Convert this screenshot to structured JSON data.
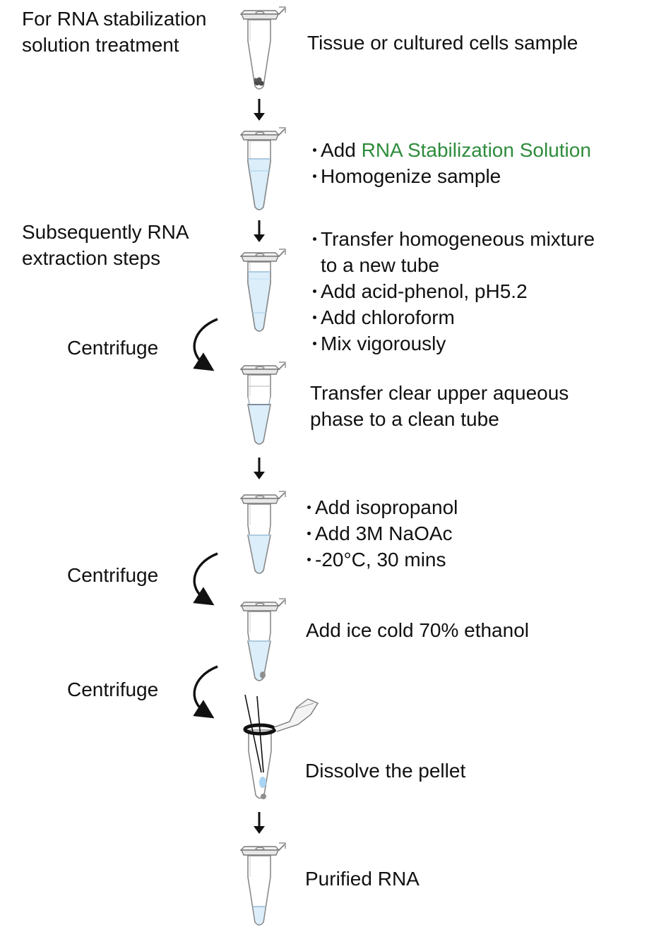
{
  "side_notes": {
    "stabilization": [
      "For RNA stabilization",
      "solution treatment"
    ],
    "extraction": [
      "Subsequently RNA",
      "extraction steps"
    ]
  },
  "centrifuge_label": "Centrifuge",
  "steps": {
    "sample": "Tissue or cultured cells sample",
    "stabilize": {
      "add_prefix": "Add ",
      "reagent": "RNA Stabilization Solution",
      "homogenize": "Homogenize sample"
    },
    "extract": {
      "transfer_line1": "Transfer homogeneous mixture",
      "transfer_line2": "to a new tube",
      "acid_phenol": "Add acid-phenol, pH5.2",
      "chloroform": "Add chloroform",
      "mix": "Mix vigorously"
    },
    "aqueous": [
      "Transfer clear upper aqueous",
      "phase to a clean tube"
    ],
    "precipitate": {
      "isopropanol": "Add isopropanol",
      "naoac": "Add 3M NaOAc",
      "incubate": "-20°C, 30 mins"
    },
    "wash": "Add ice cold 70% ethanol",
    "dissolve": "Dissolve the pellet",
    "purified": "Purified RNA"
  },
  "colors": {
    "reagent_text": "#2e8b3c",
    "liquid": "#dbeefa",
    "liquid_line": "#a9cde6",
    "tube_outline": "#8a8a8a",
    "pellet_dark": "#4a4a4a",
    "pellet_grey": "#8f8f8f",
    "rna_drop": "#a9d4f2"
  }
}
